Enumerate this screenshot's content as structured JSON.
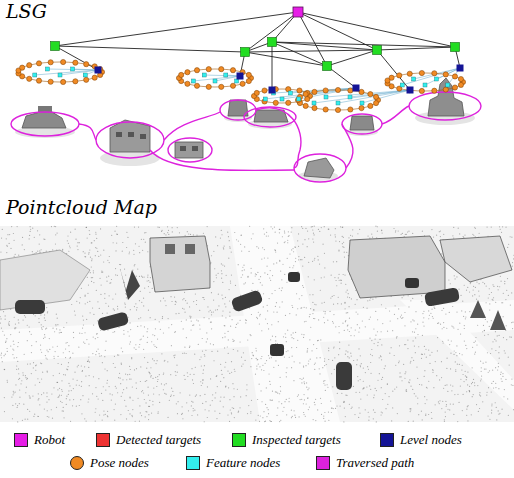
{
  "diagram": {
    "labels": [
      "LSG",
      "Pointcloud Map"
    ],
    "legend": [
      {
        "text": "Robot",
        "color": "#e61ee6"
      },
      {
        "text": "Detected targets",
        "color": "#ee3333"
      },
      {
        "text": "Inspected targets",
        "color": "#22dd22"
      },
      {
        "text": "Level nodes",
        "color": "#141496"
      },
      {
        "text": "Pose nodes",
        "color": "#f08a24"
      },
      {
        "text": "Feature nodes",
        "color": "#33eeee"
      },
      {
        "text": "Traversed path",
        "color": "#dd22dd"
      }
    ]
  }
}
